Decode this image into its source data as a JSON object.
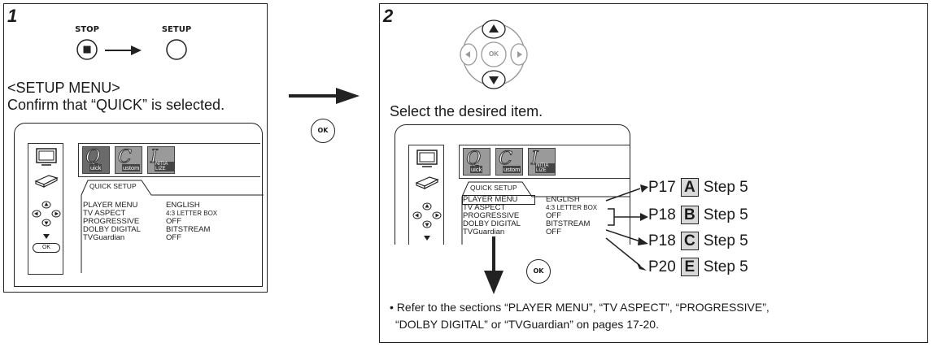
{
  "step1": {
    "number": "1",
    "stop_label": "STOP",
    "setup_label": "SETUP",
    "menu_heading": "<SETUP MENU>",
    "instruction": "Confirm that “QUICK” is selected."
  },
  "step2": {
    "number": "2",
    "ok_label": "OK",
    "instruction": "Select the desired item.",
    "note_line1": "• Refer to the sections “PLAYER MENU”, “TV ASPECT”, “PROGRESSIVE”,",
    "note_line2": "“DOLBY DIGITAL” or “TVGuardian” on pages 17-20."
  },
  "transition": {
    "ok_label": "OK"
  },
  "screen": {
    "tab": "QUICK SETUP",
    "ok_small": "OK",
    "icons": [
      {
        "letter": "Q",
        "sub": "uick",
        "selected": true
      },
      {
        "letter": "C",
        "sub": "ustom",
        "selected": false
      },
      {
        "letter": "I",
        "sub": "NITIA LIZE",
        "selected": false
      }
    ],
    "rows": [
      {
        "key": "PLAYER MENU",
        "value": "ENGLISH"
      },
      {
        "key": "TV ASPECT",
        "value": "4:3 LETTER BOX"
      },
      {
        "key": "PROGRESSIVE",
        "value": "OFF"
      },
      {
        "key": "DOLBY DIGITAL",
        "value": "BITSTREAM"
      },
      {
        "key": "TVGuardian",
        "value": "OFF"
      }
    ]
  },
  "refs": [
    {
      "page": "P17",
      "letter": "A",
      "step": "Step 5"
    },
    {
      "page": "P18",
      "letter": "B",
      "step": "Step 5"
    },
    {
      "page": "P18",
      "letter": "C",
      "step": "Step 5"
    },
    {
      "page": "P20",
      "letter": "E",
      "step": "Step 5"
    }
  ]
}
